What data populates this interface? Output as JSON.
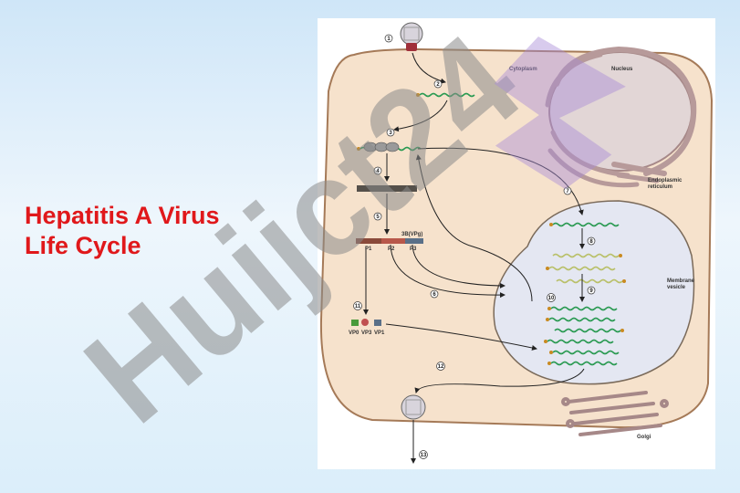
{
  "title": {
    "line1": "Hepatitis A Virus",
    "line2": "Life Cycle"
  },
  "watermark": {
    "text": "Huijct24"
  },
  "diagram": {
    "labels": {
      "cytoplasm": "Cytoplasm",
      "nucleus": "Nucleus",
      "er_line1": "Endoplasmic",
      "er_line2": "reticulum",
      "vesicle_line1": "Membrane",
      "vesicle_line2": "vesicle",
      "golgi": "Golgi",
      "p1": "P1",
      "p2": "P2",
      "p3": "P3",
      "p3_top": "3B(VPg)",
      "vp0": "VP0",
      "vp3": "VP3",
      "vp1": "VP1"
    },
    "steps": [
      "1",
      "2",
      "3",
      "4",
      "5",
      "6",
      "7",
      "8",
      "9",
      "10",
      "11",
      "12",
      "13"
    ],
    "colors": {
      "cell": "#f6e2cc",
      "cell_border": "#a57a58",
      "vesicle": "#e4e7f2",
      "rna": "#2a9a52",
      "rna_light": "#b9c069",
      "end_dot": "#c98a20",
      "p1": "#8a4a3a",
      "p2": "#b8584a",
      "p3": "#5a7088"
    }
  }
}
